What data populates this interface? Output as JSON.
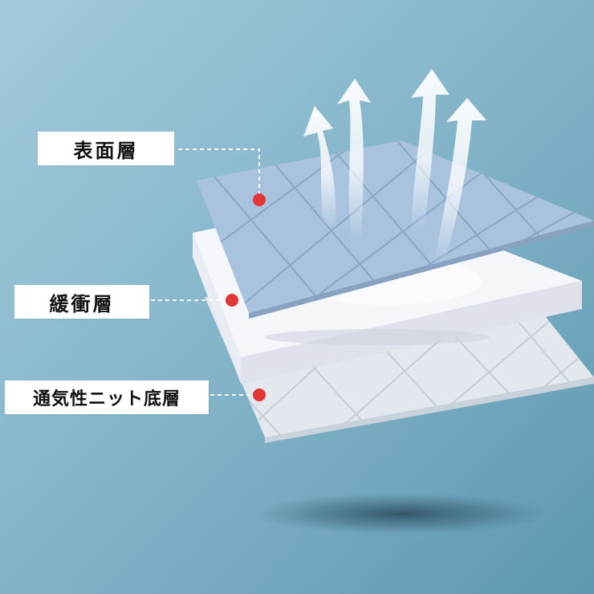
{
  "layers": [
    {
      "id": "top",
      "label": "表面層"
    },
    {
      "id": "middle",
      "label": "緩衝層"
    },
    {
      "id": "bottom",
      "label": "通気性ニット底層"
    }
  ],
  "colors": {
    "background_light": "#9cc6d8",
    "background_dark": "#5f9bb4",
    "top_layer": "#a8c4e0",
    "middle_layer": "#f3f5f8",
    "bottom_layer": "#e4e9ef",
    "marker": "#e03434",
    "connector": "#ffffff"
  },
  "icons": [
    "airflow-arrow-icon"
  ]
}
